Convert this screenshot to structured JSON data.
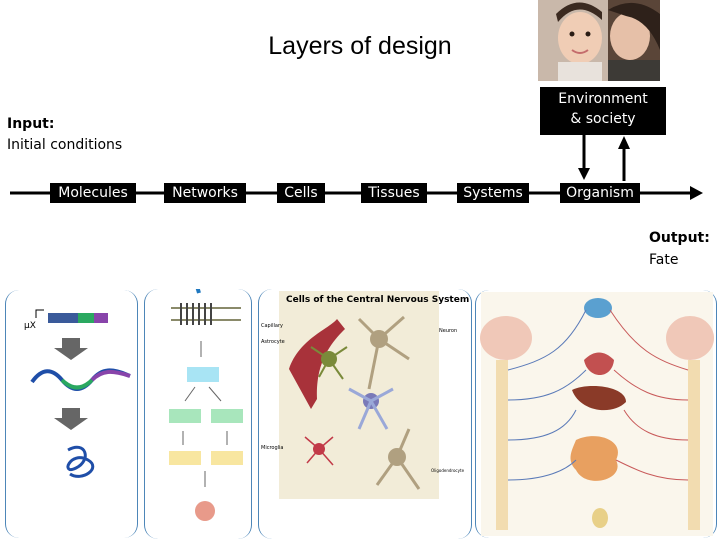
{
  "title": "Layers of design",
  "input": {
    "heading": "Input:",
    "text": "Initial conditions"
  },
  "output": {
    "heading": "Output:",
    "text": "Fate"
  },
  "environment": {
    "line1": "Environment",
    "line2": "& society"
  },
  "stages": [
    "Molecules",
    "Networks",
    "Cells",
    "Tissues",
    "Systems",
    "Organism"
  ],
  "cns_caption": "Cells of the Central Nervous System",
  "cns_labels": [
    "Capillary",
    "Astrocyte",
    "Neuron",
    "Microglia",
    "Oligodendrocyte"
  ],
  "molecule_label": "μX",
  "colors": {
    "arrow": "#000000",
    "panel_border": "#4d86b8",
    "cyan": "#a8e4f4",
    "green": "#a8e6bc",
    "yellow": "#f8e6a0"
  }
}
